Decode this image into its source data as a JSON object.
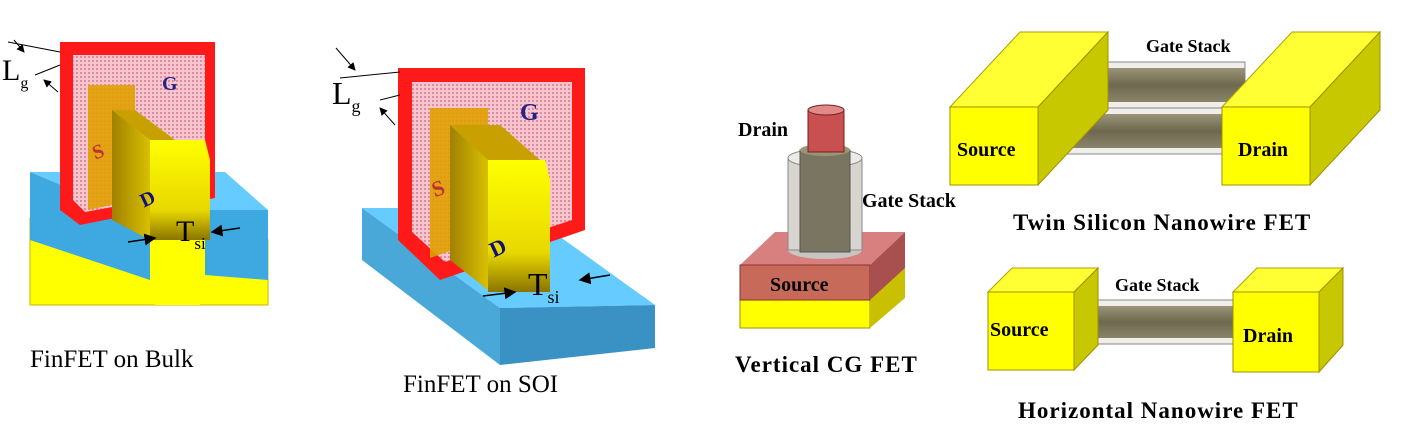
{
  "finfet_bulk": {
    "caption": "FinFET on Bulk",
    "gate_label": "G",
    "source_label": "S",
    "drain_label": "D",
    "lg_main": "L",
    "lg_sub": "g",
    "tsi_main": "T",
    "tsi_sub": "si"
  },
  "finfet_soi": {
    "caption": "FinFET on SOI",
    "gate_label": "G",
    "source_label": "S",
    "drain_label": "D",
    "lg_main": "L",
    "lg_sub": "g",
    "tsi_main": "T",
    "tsi_sub": "si"
  },
  "vertical_cg": {
    "caption": "Vertical CG FET",
    "drain_label": "Drain",
    "gate_stack_label": "Gate Stack",
    "source_label": "Source"
  },
  "twin_nanowire": {
    "caption": "Twin Silicon Nanowire FET",
    "gate_stack_label": "Gate Stack",
    "source_label": "Source",
    "drain_label": "Drain"
  },
  "horizontal_nanowire": {
    "caption": "Horizontal Nanowire FET",
    "gate_stack_label": "Gate Stack",
    "source_label": "Source",
    "drain_label": "Drain"
  },
  "colors": {
    "gate_red": "#ff1a1a",
    "silicon_yellow": "#ffff00",
    "oxide_blue": "#66ccff",
    "gate_stack_gray": "#7a7560",
    "source_pink": "#d06a6a"
  }
}
